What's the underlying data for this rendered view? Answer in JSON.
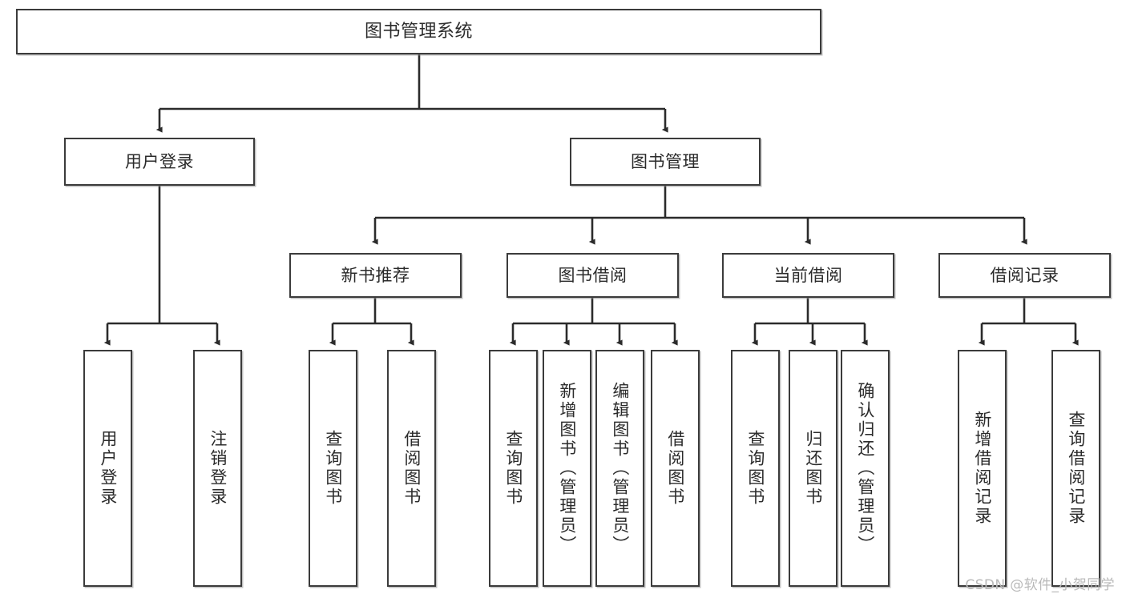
{
  "diagram": {
    "type": "tree-hierarchy-chart",
    "title": "图书管理系统",
    "orientation": "top-down",
    "colors": {
      "node_border": "#3b3b3b",
      "node_fill": "#ffffff",
      "edge": "#2b2b2b",
      "text": "#2b2b2b",
      "watermark": "#b9b9b9",
      "canvas": "#ffffff"
    },
    "root": {
      "id": "root",
      "label": "图书管理系统"
    },
    "level2": [
      {
        "id": "user-login",
        "label": "用户登录"
      },
      {
        "id": "book-management",
        "label": "图书管理"
      }
    ],
    "level3": [
      {
        "id": "new-book-recommend",
        "label": "新书推荐",
        "parent": "book-management"
      },
      {
        "id": "book-borrow",
        "label": "图书借阅",
        "parent": "book-management"
      },
      {
        "id": "current-borrow",
        "label": "当前借阅",
        "parent": "book-management"
      },
      {
        "id": "borrow-record",
        "label": "借阅记录",
        "parent": "book-management"
      }
    ],
    "leaves": [
      {
        "id": "leaf-user-login",
        "label": "用户登录",
        "parent": "user-login"
      },
      {
        "id": "leaf-logout-login",
        "label": "注销登录",
        "parent": "user-login"
      },
      {
        "id": "leaf-query-book-1",
        "label": "查询图书",
        "parent": "new-book-recommend"
      },
      {
        "id": "leaf-borrow-book-1",
        "label": "借阅图书",
        "parent": "new-book-recommend"
      },
      {
        "id": "leaf-query-book-2",
        "label": "查询图书",
        "parent": "book-borrow"
      },
      {
        "id": "leaf-add-book",
        "label": "新增图书（管理员）",
        "parent": "book-borrow"
      },
      {
        "id": "leaf-edit-book",
        "label": "编辑图书（管理员）",
        "parent": "book-borrow"
      },
      {
        "id": "leaf-borrow-book-2",
        "label": "借阅图书",
        "parent": "book-borrow"
      },
      {
        "id": "leaf-query-book-3",
        "label": "查询图书",
        "parent": "current-borrow"
      },
      {
        "id": "leaf-return-book",
        "label": "归还图书",
        "parent": "current-borrow"
      },
      {
        "id": "leaf-confirm-return",
        "label": "确认归还（管理员）",
        "parent": "current-borrow"
      },
      {
        "id": "leaf-add-record",
        "label": "新增借阅记录",
        "parent": "borrow-record"
      },
      {
        "id": "leaf-query-record",
        "label": "查询借阅记录",
        "parent": "borrow-record"
      }
    ]
  },
  "watermark": {
    "text": "CSDN @软件_小贺同学"
  }
}
